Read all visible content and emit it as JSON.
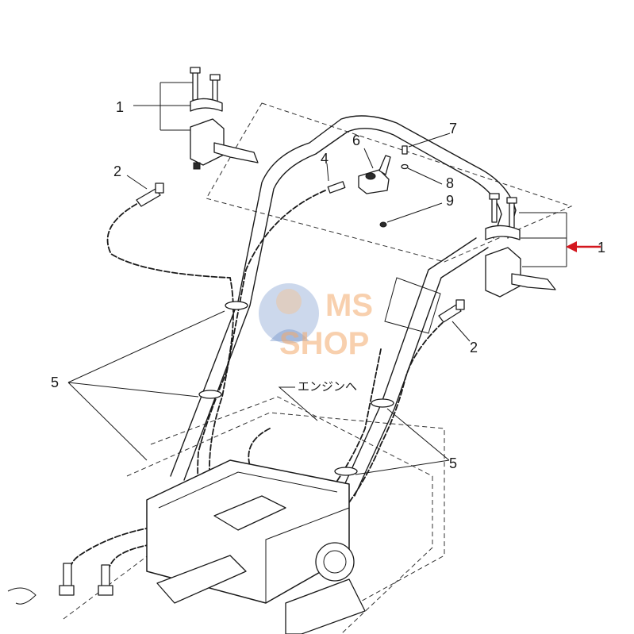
{
  "callouts": {
    "c1_left": "1",
    "c1_right": "1",
    "c2_left": "2",
    "c2_right": "2",
    "c4": "4",
    "c5_left": "5",
    "c5_right": "5",
    "c6": "6",
    "c7": "7",
    "c8": "8",
    "c9": "9"
  },
  "annotation": {
    "to_engine": "エンジンへ"
  },
  "watermark": {
    "line1": "MS",
    "line2": "SHOP"
  },
  "colors": {
    "highlight_arrow": "#d4161e",
    "watermark": "#f2a96b",
    "ink": "#1a1a1a"
  }
}
